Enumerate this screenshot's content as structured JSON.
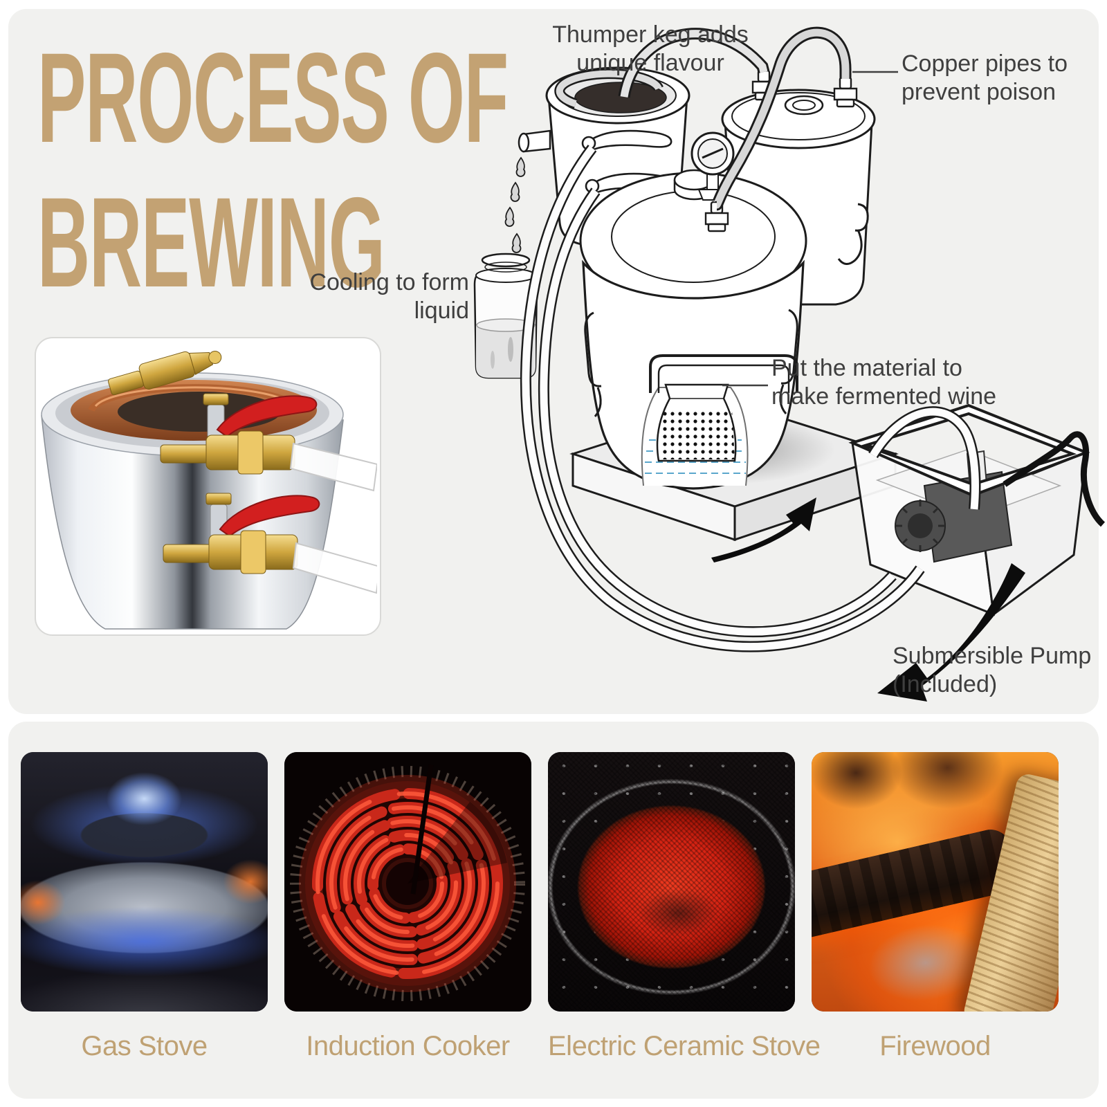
{
  "title": {
    "line1": "PROCESS OF",
    "line2": "BREWING"
  },
  "callouts": {
    "thumper": {
      "line1": "Thumper keg adds",
      "line2": "unique flavour"
    },
    "copper": {
      "line1": "Copper pipes to",
      "line2": "prevent poison"
    },
    "cooling": {
      "line1": "Cooling to form",
      "line2": "liquid"
    },
    "material": {
      "line1": "Put the material to",
      "line2": "make fermented wine"
    },
    "pump": {
      "line1": "Submersible Pump",
      "line2": "(Included)"
    }
  },
  "heat_sources": {
    "items": [
      {
        "label": "Gas Stove"
      },
      {
        "label": "Induction Cooker"
      },
      {
        "label": "Electric Ceramic Stove"
      },
      {
        "label": "Firewood"
      }
    ]
  },
  "colors": {
    "accent_tan": "#c3a273",
    "label_tan": "#bfa173",
    "callout_text": "#3f3f3f",
    "panel_bg": "#f1f1ef",
    "line_art": "#1c1c1c",
    "valve_red": "#d21f1f"
  }
}
